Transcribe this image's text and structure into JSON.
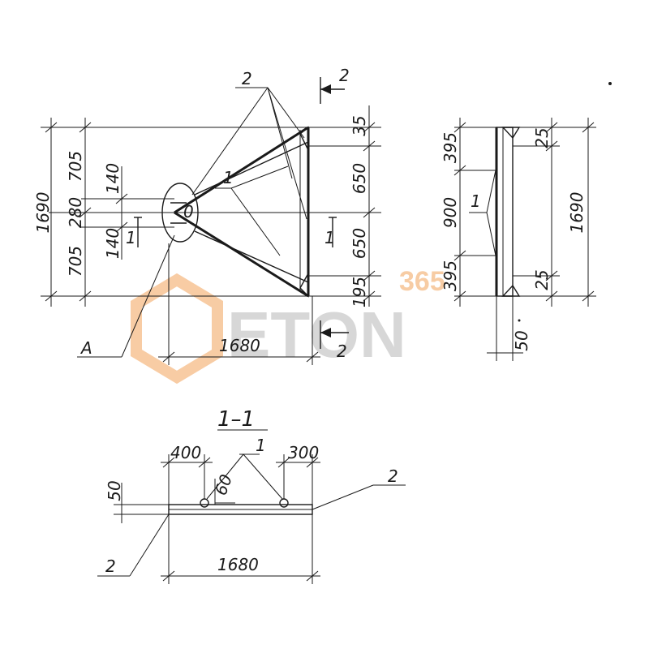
{
  "plan_view": {
    "dim_total_height": "1690",
    "dim_upper": "705",
    "dim_lower": "705",
    "dim_middle": "280",
    "dim_140_top": "140",
    "dim_140_bottom": "140",
    "dim_width": "1680",
    "dim_right_top": "35",
    "dim_right_650_a": "650",
    "dim_right_650_b": "650",
    "dim_right_195": "195",
    "callout_2": "2",
    "callout_1": "1",
    "callout_A": "A",
    "section_mark_top": "2",
    "section_mark_bottom": "2",
    "section_1_left": "1",
    "section_1_right": "1",
    "center_mark": "0"
  },
  "side_view": {
    "dim_395_top": "395",
    "dim_900": "900",
    "dim_395_bottom": "395",
    "dim_1690": "1690",
    "dim_25_top": "25",
    "dim_25_bottom": "25",
    "dim_50": "50",
    "callout_1": "1"
  },
  "section_view": {
    "title": "1–1",
    "dim_400": "400",
    "dim_300": "300",
    "dim_50": "50",
    "dim_60": "60",
    "dim_1680": "1680",
    "callout_1": "1",
    "callout_2_right": "2",
    "callout_2_left": "2"
  },
  "watermark": {
    "text": "ETON",
    "badge": "365"
  }
}
